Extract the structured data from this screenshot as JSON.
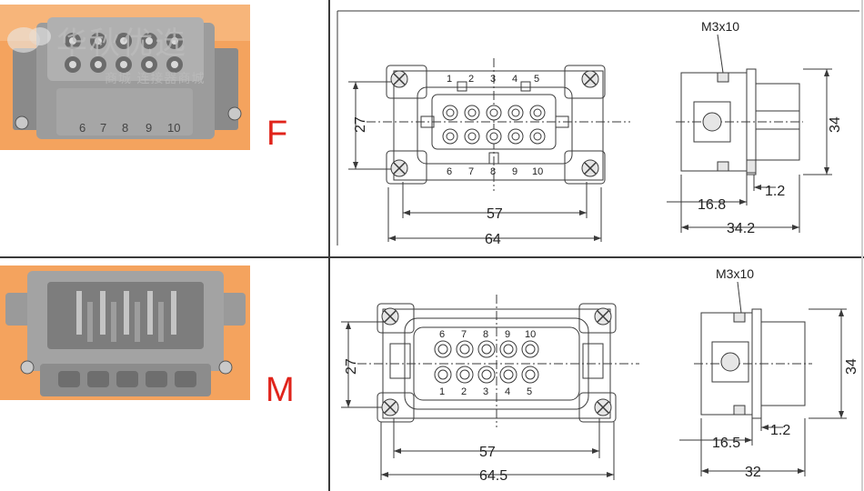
{
  "watermark": {
    "brand": "华秋优选",
    "tagline": "商城 连接器商城"
  },
  "rows": [
    {
      "id": "female",
      "label": "F",
      "photo_pin_numbers": [
        "6",
        "7",
        "8",
        "9",
        "10"
      ],
      "front": {
        "top_pins": [
          "1",
          "2",
          "3",
          "4",
          "5"
        ],
        "bottom_pins": [
          "6",
          "7",
          "8",
          "9",
          "10"
        ],
        "dim_height": "27",
        "dim_inner": "57",
        "dim_outer": "64"
      },
      "side": {
        "screw": "M3x10",
        "dim_height": "34",
        "dim_a": "16.8",
        "dim_b": "1.2",
        "dim_depth": "34.2"
      }
    },
    {
      "id": "male",
      "label": "M",
      "front": {
        "top_pins": [
          "6",
          "7",
          "8",
          "9",
          "10"
        ],
        "bottom_pins": [
          "1",
          "2",
          "3",
          "4",
          "5"
        ],
        "dim_height": "27",
        "dim_inner": "57",
        "dim_outer": "64.5"
      },
      "side": {
        "screw": "M3x10",
        "dim_height": "34",
        "dim_a": "16.5",
        "dim_b": "1.2",
        "dim_depth": "32"
      }
    }
  ],
  "colors": {
    "label": "#e0241b",
    "photo_bg": "#f4a35e",
    "line": "#3a3a3a",
    "part": "#8d8d8d"
  }
}
